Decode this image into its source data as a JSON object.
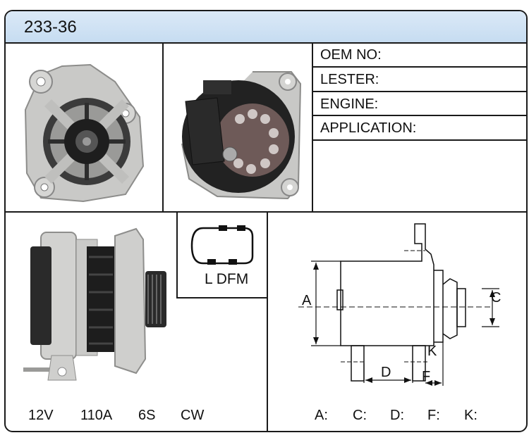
{
  "title": "233-36",
  "specs": {
    "oem_no": "OEM NO:",
    "lester": "LESTER:",
    "engine": "ENGINE:",
    "application": "APPLICATION:"
  },
  "plug": {
    "label": "L DFM"
  },
  "electrical": {
    "voltage": "12V",
    "amperage": "110A",
    "pulley": "6S",
    "rotation": "CW"
  },
  "dimensions": {
    "labels": {
      "a": "A",
      "c": "C",
      "d": "D",
      "f": "F",
      "k": "K"
    },
    "values": {
      "a": "A:",
      "c": "C:",
      "d": "D:",
      "f": "F:",
      "k": "K:"
    }
  }
}
